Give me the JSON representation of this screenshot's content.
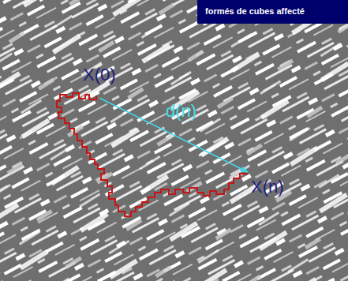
{
  "diagram": {
    "title": "formés de cubes affecté",
    "labels": [
      "X(0)",
      "d(n)",
      "X(n)"
    ]
  }
}
